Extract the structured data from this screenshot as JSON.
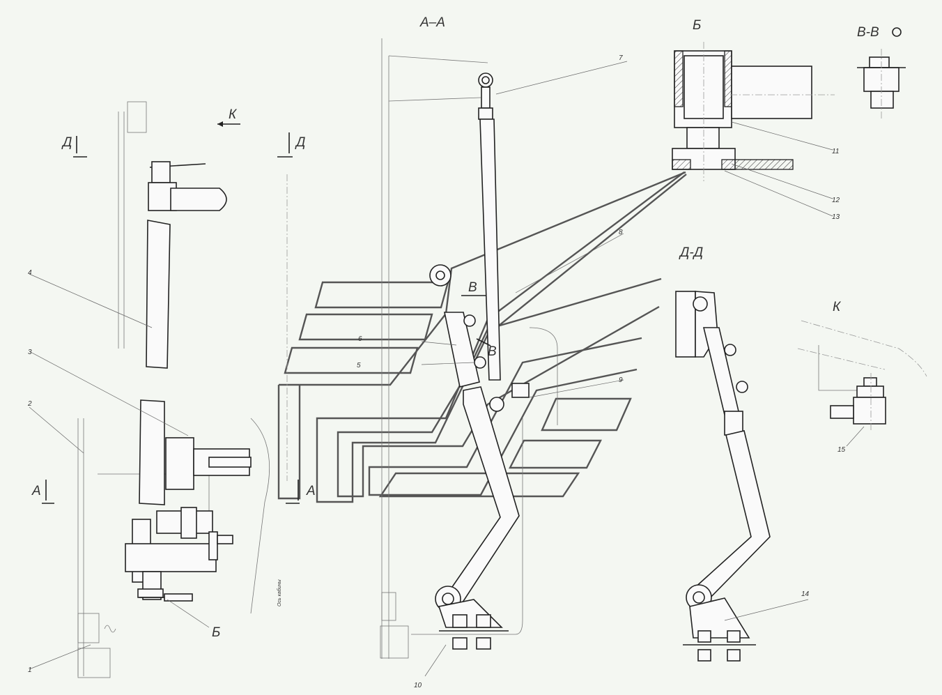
{
  "views": {
    "aa": "А–А",
    "b": "Б",
    "vv": "В-В",
    "dd": "Д-Д",
    "k": "К"
  },
  "markers": {
    "k_arrow": "К",
    "d_left": "Д",
    "d_right": "Д",
    "a_left": "А",
    "a_right": "А",
    "b_ref": "Б",
    "v_top": "В",
    "v_bottom": "В"
  },
  "positions": [
    "1",
    "2",
    "3",
    "4",
    "5",
    "6",
    "7",
    "8",
    "9",
    "10",
    "11",
    "12",
    "13",
    "14",
    "15"
  ],
  "notes": {
    "cabin_axis": "Ось кабины"
  }
}
